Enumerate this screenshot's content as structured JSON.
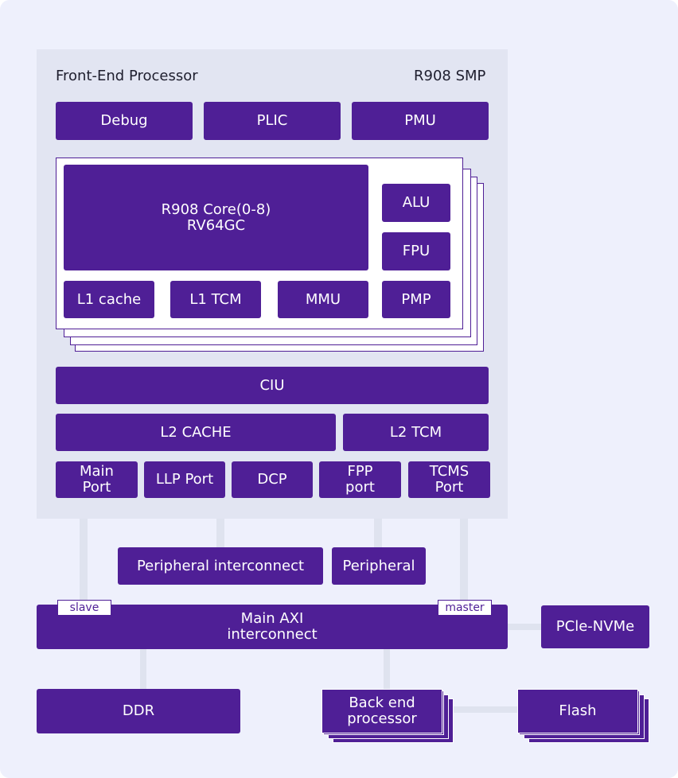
{
  "front_end": {
    "title": "Front-End Processor",
    "subtitle": "R908 SMP"
  },
  "top_row": {
    "debug": "Debug",
    "plic": "PLIC",
    "pmu": "PMU"
  },
  "core": {
    "title": "R908 Core(0-8)\nRV64GC",
    "alu": "ALU",
    "fpu": "FPU",
    "l1_cache": "L1 cache",
    "l1_tcm": "L1 TCM",
    "mmu": "MMU",
    "pmp": "PMP"
  },
  "ciu": "CIU",
  "l2_cache": "L2 CACHE",
  "l2_tcm": "L2 TCM",
  "ports": {
    "main": "Main\nPort",
    "llp": "LLP Port",
    "dcp": "DCP",
    "fpp": "FPP\nport",
    "tcms": "TCMS\nPort"
  },
  "peripheral_interconnect": "Peripheral interconnect",
  "peripheral": "Peripheral",
  "axi": {
    "title": "Main AXI\ninterconnect",
    "slave": "slave",
    "master": "master"
  },
  "pcie": "PCle-NVMe",
  "ddr": "DDR",
  "back_end": "Back end\nprocessor",
  "flash": "Flash",
  "colors": {
    "block": "#4f1f96",
    "fep_bg": "#e2e5f2",
    "canvas_bg": "#eef0fc",
    "connector": "#dfe3ef"
  }
}
